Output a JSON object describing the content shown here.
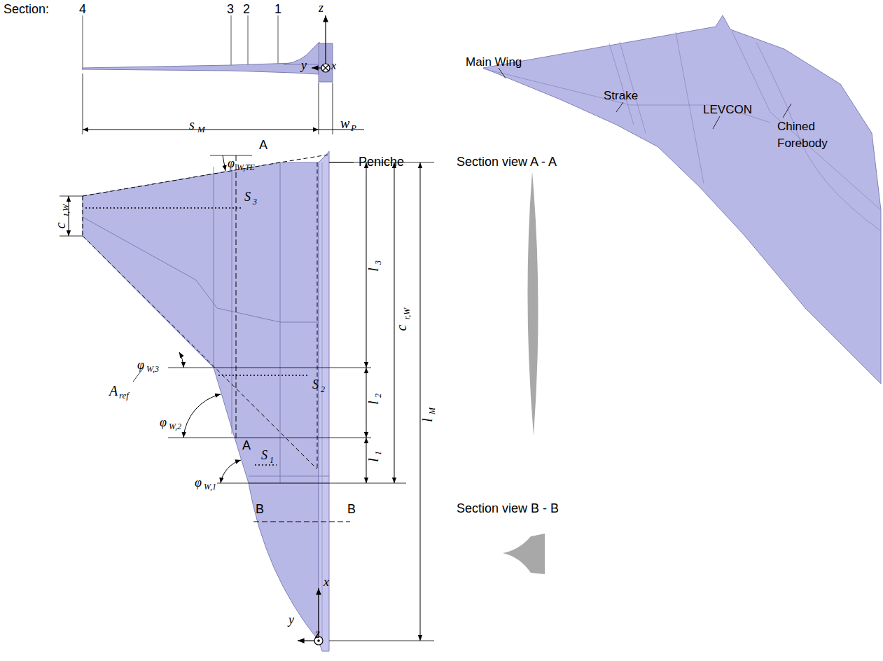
{
  "diagram": {
    "labels": [
      "Section:",
      "4",
      "3",
      "2",
      "1",
      "z",
      "y",
      "x",
      "s",
      "M",
      "w",
      "P",
      "Main Wing",
      "Strake",
      "LEVCON",
      "Chined",
      "Forebody",
      "Peniche",
      "Section view A - A",
      "A",
      "φ",
      "W,TE",
      "c",
      "t,W",
      "S",
      "3",
      "l",
      "3",
      "c",
      "r,W",
      "l",
      "M",
      "A",
      "ref",
      "φ",
      "W,3",
      "S",
      "2",
      "l",
      "2",
      "φ",
      "W,2",
      "A",
      "S",
      "1",
      "l",
      "1",
      "φ",
      "W,1",
      "Section view B - B",
      "B",
      "B",
      "x",
      "y",
      "z"
    ]
  }
}
